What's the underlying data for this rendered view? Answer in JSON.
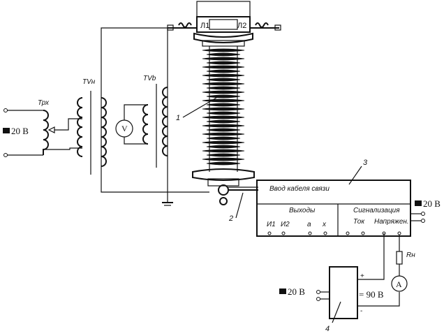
{
  "terminals": {
    "l1": "Л1",
    "l2": "Л2"
  },
  "transformers": {
    "trx": "Трх",
    "tvn": "TVн",
    "tvb": "TVb"
  },
  "meters": {
    "voltmeter": "V",
    "ammeter": "A"
  },
  "supplies": {
    "left": "20 В",
    "right": "20 В",
    "bottom": "20 В",
    "dc": "= 90 В",
    "plus": "+",
    "minus": "-"
  },
  "resistor": {
    "label": "Rн"
  },
  "unit3": {
    "input_label": "Ввод кабеля связи",
    "outputs_header": "Выходы",
    "outputs": [
      "И1",
      "И2",
      "a",
      "x"
    ],
    "signal_header": "Сигнализация",
    "signals": [
      "Ток",
      "Напряжен."
    ]
  },
  "callouts": [
    "1",
    "2",
    "3",
    "4"
  ],
  "colors": {
    "ink": "#111111",
    "paper": "#ffffff"
  }
}
